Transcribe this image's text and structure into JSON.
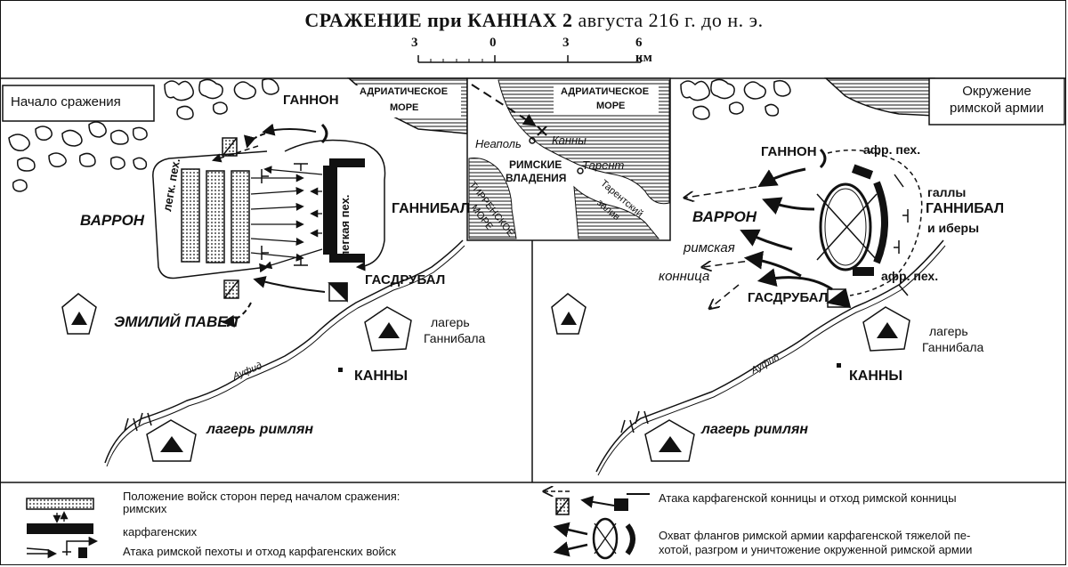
{
  "header": {
    "title_main": "СРАЖЕНИЕ при КАННАХ 2",
    "title_month": "августа 216",
    "title_tail": "г. до н. э.",
    "scale_labels": [
      "3",
      "0",
      "3",
      "6 км"
    ]
  },
  "left_map": {
    "heading": "Начало сражения",
    "labels": {
      "gannon": "ГАННОН",
      "varron": "ВАРРОН",
      "gannibal": "ГАННИБАЛ",
      "gasdrubal": "ГАСДРУБАЛ",
      "emily": "ЭМИЛИЙ ПАВЕЛ",
      "light_inf_left": "легк. пех.",
      "light_inf_right": "легкая пех.",
      "camp_gannibal_1": "лагерь",
      "camp_gannibal_2": "Ганнибала",
      "kanny": "КАННЫ",
      "camp_romans": "лагерь римлян",
      "river": "Ауфид",
      "sea_1": "АДРИАТИЧЕСКОЕ",
      "sea_2": "МОРЕ"
    }
  },
  "inset_map": {
    "sea_1": "АДРИАТИЧЕСКОЕ",
    "sea_2": "МОРЕ",
    "neapol": "Неаполь",
    "kanny": "Канны",
    "tarent": "Тарент",
    "roman_1": "РИМСКИЕ",
    "roman_2": "ВЛАДЕНИЯ",
    "tyrr_1": "ТИРРЕНСКОЕ",
    "tyrr_2": "МОРЕ",
    "gulf_1": "Тарентский",
    "gulf_2": "залив"
  },
  "right_map": {
    "heading_1": "Окружение",
    "heading_2": "римской армии",
    "labels": {
      "gannon": "ГАННОН",
      "afr_top": "афр. пех.",
      "gally": "галлы",
      "gannibal": "ГАННИБАЛ",
      "ibery": "и иберы",
      "varron": "ВАРРОН",
      "roman_cav_1": "римская",
      "roman_cav_2": "конница",
      "afr_bottom": "афр. пех.",
      "gasdrubal": "ГАСДРУБАЛ",
      "camp_gannibal_1": "лагерь",
      "camp_gannibal_2": "Ганнибала",
      "kanny": "КАННЫ",
      "camp_romans": "лагерь римлян",
      "river": "Ауфид"
    }
  },
  "legend": {
    "positions_line1": "Положение войск сторон перед началом сражения:",
    "positions_line2": "римских",
    "carthaginian": "карфагенских",
    "infantry_attack": "Атака римской пехоты и отход карфагенских войск",
    "cavalry_attack": "Атака карфагенской конницы и отход римской конницы",
    "envelop_line1": "Охват флангов римской армии карфагенской тяжелой пе-",
    "envelop_line2": "хотой, разгром и уничтожение окруженной римской армии"
  }
}
